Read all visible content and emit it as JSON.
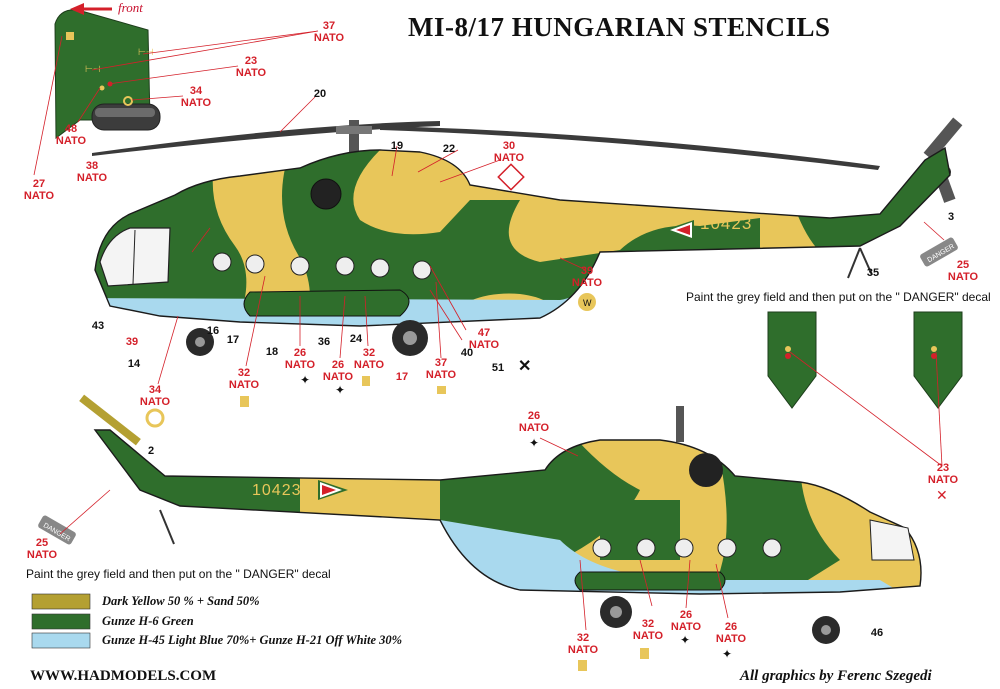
{
  "title": "MI-8/17 HUNGARIAN STENCILS",
  "front_label": "front",
  "serial": "10423",
  "notes": {
    "danger_top": "Paint the grey field and then put on the \" DANGER\" decal",
    "danger_bottom": "Paint the grey field and then put on the \" DANGER\" decal"
  },
  "callouts": {
    "c37_top": {
      "num": "37",
      "tag": "NATO"
    },
    "c23_top": {
      "num": "23",
      "tag": "NATO"
    },
    "c34_top": {
      "num": "34",
      "tag": "NATO"
    },
    "c48": {
      "num": "48",
      "tag": "NATO"
    },
    "c27": {
      "num": "27",
      "tag": "NATO"
    },
    "c38": {
      "num": "38",
      "tag": "NATO"
    },
    "c30": {
      "num": "30",
      "tag": "NATO"
    },
    "c39_right": {
      "num": "39",
      "tag": "NATO"
    },
    "c25_top": {
      "num": "25",
      "tag": "NATO"
    },
    "c47": {
      "num": "47",
      "tag": "NATO"
    },
    "c34_low": {
      "num": "34",
      "tag": "NATO"
    },
    "c32_a": {
      "num": "32",
      "tag": "NATO"
    },
    "c26_a": {
      "num": "26",
      "tag": "NATO"
    },
    "c26_b": {
      "num": "26",
      "tag": "NATO"
    },
    "c32_b": {
      "num": "32",
      "tag": "NATO"
    },
    "c37_low": {
      "num": "37",
      "tag": "NATO"
    },
    "c26_lower_top": {
      "num": "26",
      "tag": "NATO"
    },
    "c23_right": {
      "num": "23",
      "tag": "NATO"
    },
    "c25_low": {
      "num": "25",
      "tag": "NATO"
    },
    "c32_c": {
      "num": "32",
      "tag": "NATO"
    },
    "c32_d": {
      "num": "32",
      "tag": "NATO"
    },
    "c26_c": {
      "num": "26",
      "tag": "NATO"
    },
    "c26_d": {
      "num": "26",
      "tag": "NATO"
    }
  },
  "numbers": {
    "n20": "20",
    "n19": "19",
    "n22": "22",
    "n3": "3",
    "n35": "35",
    "n43": "43",
    "n39": "39",
    "n14": "14",
    "n16": "16",
    "n17a": "17",
    "n18": "18",
    "n36": "36",
    "n24": "24",
    "n17b": "17",
    "n40": "40",
    "n51": "51",
    "n2": "2",
    "n46": "46"
  },
  "legend": [
    {
      "color": "#b4a032",
      "label": "Dark Yellow 50 % + Sand 50%"
    },
    {
      "color": "#2f6e2c",
      "label": "Gunze H-6 Green"
    },
    {
      "color": "#a9d9ee",
      "label": "Gunze H-45 Light Blue 70%+ Gunze H-21 Off White 30%"
    }
  ],
  "website": "WWW.HADMODELS.COM",
  "credit": "All graphics by Ferenc Szegedi",
  "colors": {
    "green": "#2f6e2c",
    "sand": "#e8c65a",
    "light_blue": "#a9d9ee",
    "red": "#d4202a",
    "legend_yellow": "#b4a032"
  }
}
